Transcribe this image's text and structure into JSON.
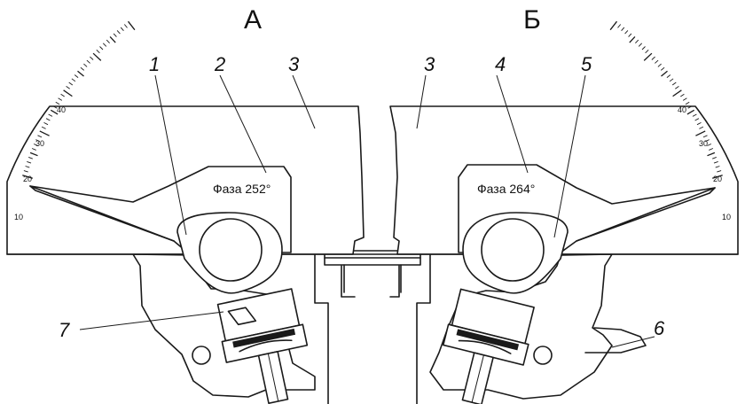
{
  "captions": {
    "left": "А",
    "right": "Б"
  },
  "callouts": {
    "c1": "1",
    "c2": "2",
    "c3a": "3",
    "c3b": "3",
    "c4": "4",
    "c5": "5",
    "c6": "6",
    "c7": "7"
  },
  "phase": {
    "left": "Фаза 252°",
    "right": "Фаза 264°"
  },
  "scale": {
    "left": {
      "t40": "40",
      "t30": "30",
      "t20": "20",
      "t10": "10"
    },
    "right": {
      "t40": "40",
      "t30": "30",
      "t20": "20",
      "t10": "10"
    }
  },
  "colors": {
    "line": "#1a1a1a",
    "paper": "#ffffff"
  }
}
